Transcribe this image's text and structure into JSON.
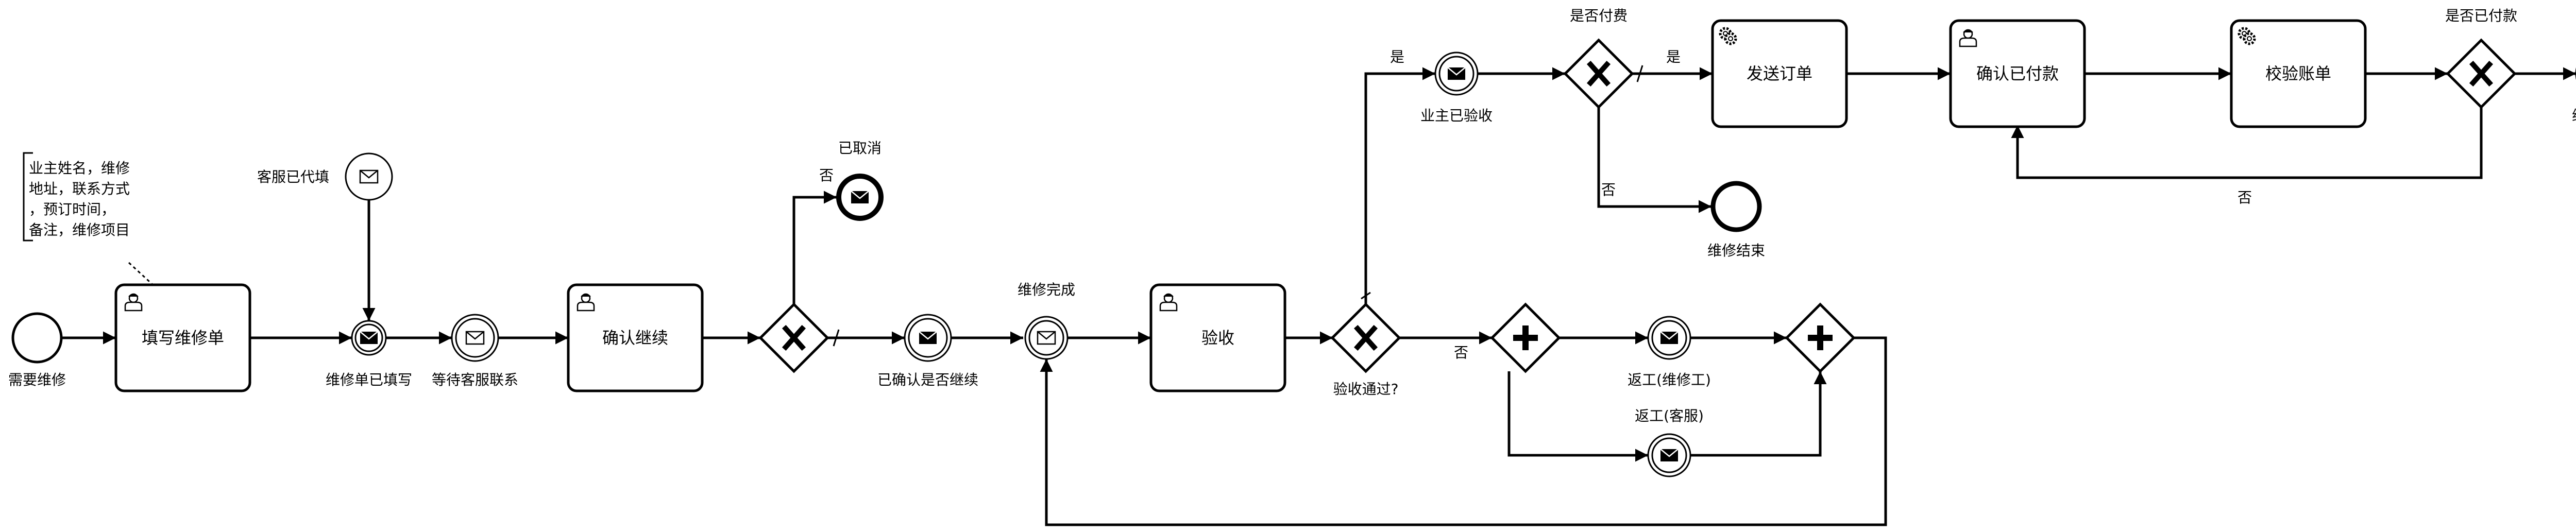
{
  "tasks": {
    "fill_order": "填写维修单",
    "confirm_continue": "确认继续",
    "acceptance": "验收",
    "send_order": "发送订单",
    "confirm_paid": "确认已付款",
    "verify_bill": "校验账单"
  },
  "events": {
    "need_repair": "需要维修",
    "order_filled": "维修单已填写",
    "service_filled": "客服已代填",
    "wait_contact": "等待客服联系",
    "cancelled": "已取消",
    "confirmed_continue": "已确认是否继续",
    "repair_done": "维修完成",
    "owner_accepted": "业主已验收",
    "end_repair_top": "维修结束",
    "end_repair_final": "维修结束",
    "rework_worker": "返工(维修工)",
    "rework_service": "返工(客服)"
  },
  "gateways": {
    "accept_passed": "验收通过?",
    "paid_q": "是否付费",
    "already_paid_q": "是否已付款"
  },
  "flow_labels": {
    "no_cancel": "否",
    "yes_accept": "是",
    "no_accept": "否",
    "yes_paid": "是",
    "no_paid": "否",
    "no_already_paid": "否"
  },
  "annotation": [
    "业主姓名，维修",
    "地址，联系方式",
    "，预订时间，",
    "备注，维修项目"
  ]
}
